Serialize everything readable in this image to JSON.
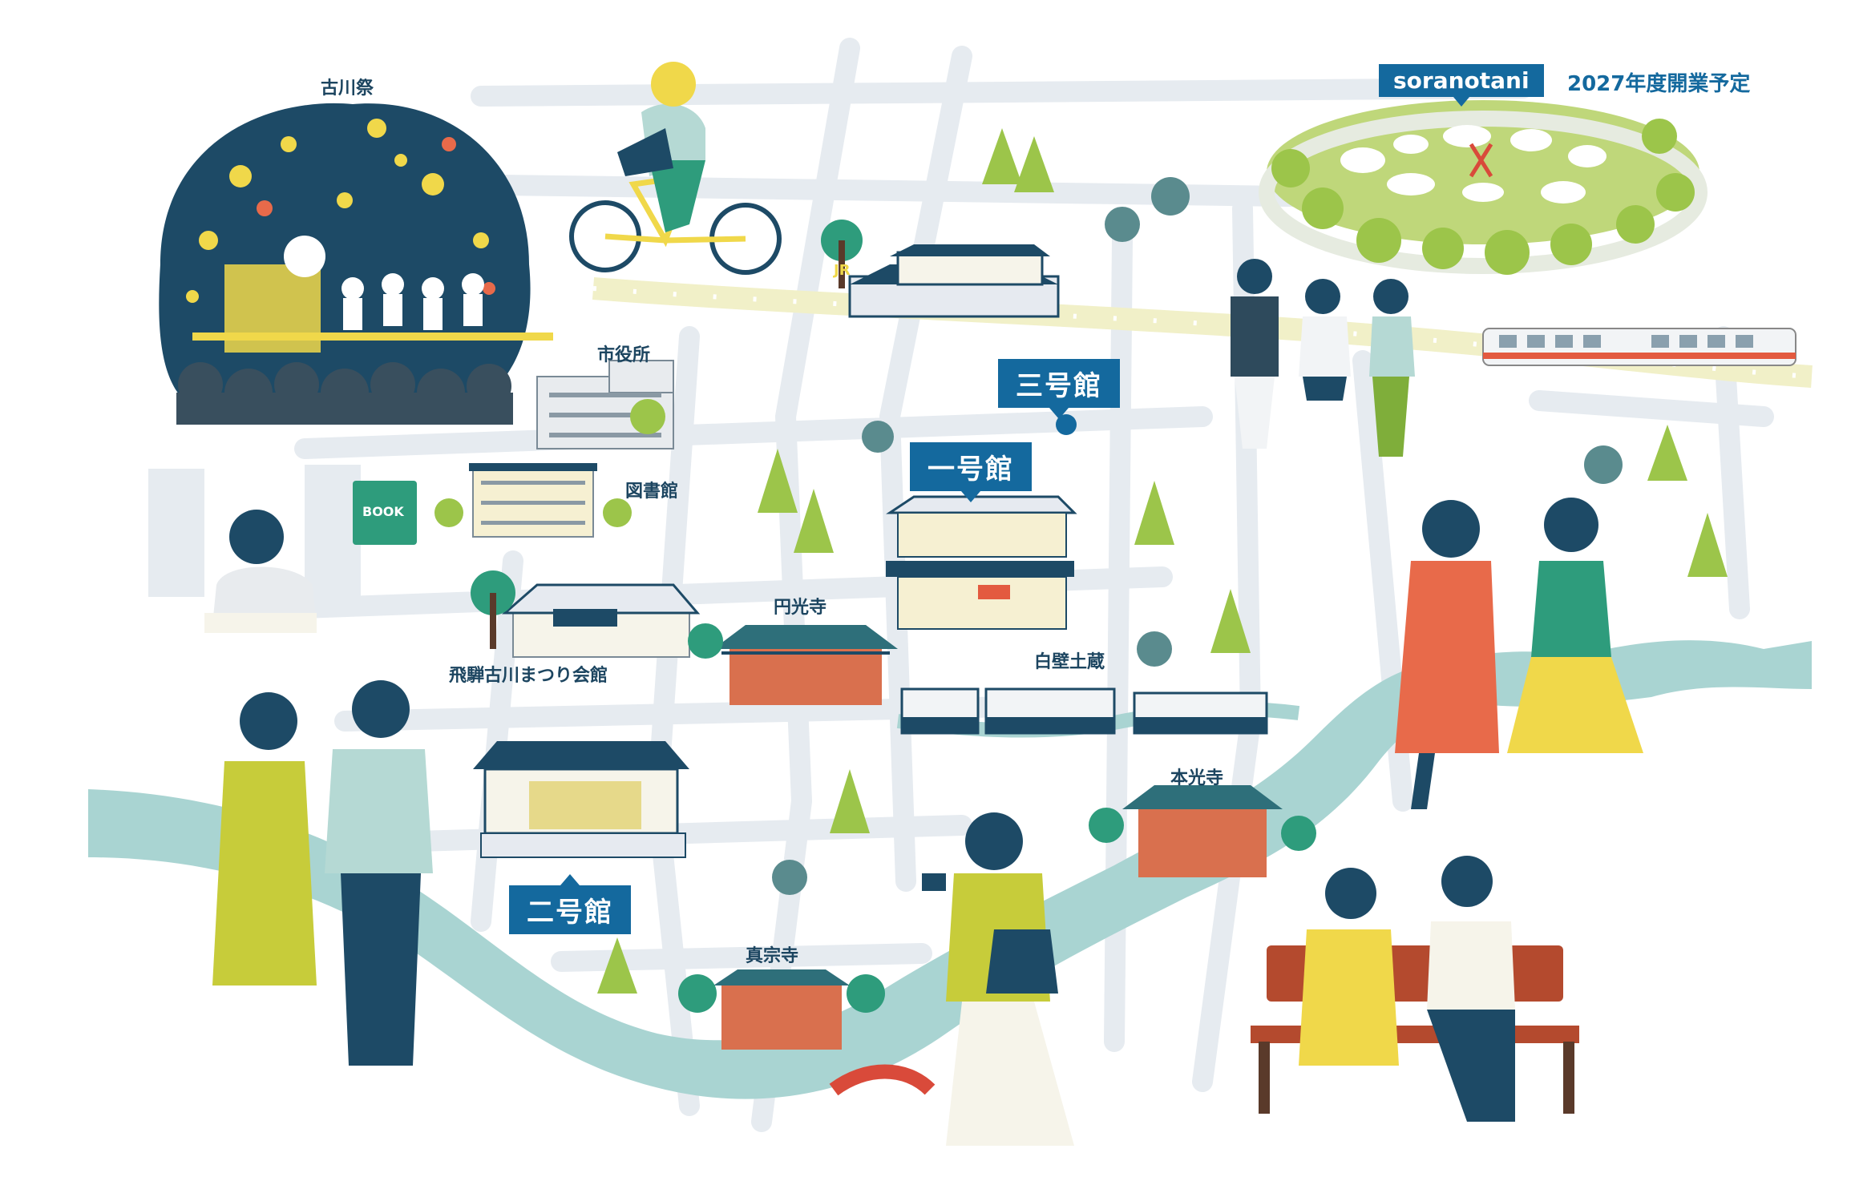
{
  "labels": {
    "matsuri": "古川祭",
    "city_hall": "市役所",
    "library": "図書館",
    "festival_hall": "飛騨古川まつり会館",
    "enkoji": "円光寺",
    "shirakabe": "白壁土蔵",
    "honkoji": "本光寺",
    "shinshuji": "真宗寺"
  },
  "buildings": {
    "ichigokan": "一号館",
    "nigokan": "二号館",
    "sangokan": "三号館"
  },
  "soranotani": {
    "name": "soranotani",
    "note": "2027年度開業予定"
  },
  "signs": {
    "book": "BOOK",
    "jr": "JR"
  },
  "colors": {
    "tag_blue": "#14699e",
    "river": "#a9d4d2",
    "road": "#e9eef2",
    "rail": "#f1f0c8",
    "tree_green": "#9cc54a",
    "night": "#1d4a66"
  }
}
